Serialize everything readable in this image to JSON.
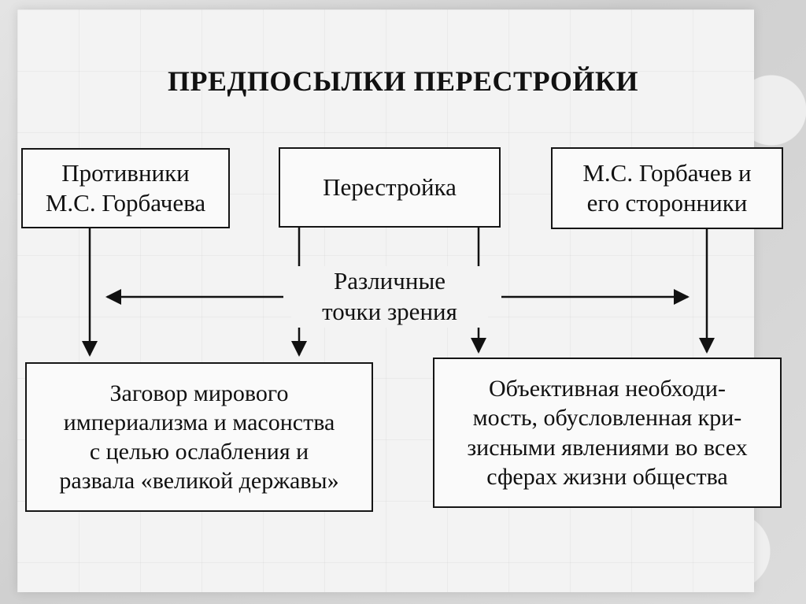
{
  "title": "ПРЕДПОСЫЛКИ ПЕРЕСТРОЙКИ",
  "top_boxes": {
    "left": [
      "Противники",
      "М.С. Горбачева"
    ],
    "center": "Перестройка",
    "right": [
      "М.С. Горбачев и",
      "его сторонники"
    ]
  },
  "middle_label": [
    "Различные",
    "точки зрения"
  ],
  "bottom_boxes": {
    "left": [
      "Заговор мирового",
      "империализма и масонства",
      "с целью ослабления и",
      "развала «великой державы»"
    ],
    "right": [
      "Объективная необходи-",
      "мость, обусловленная кри-",
      "зисными явлениями во всех",
      "сферах жизни общества"
    ]
  }
}
